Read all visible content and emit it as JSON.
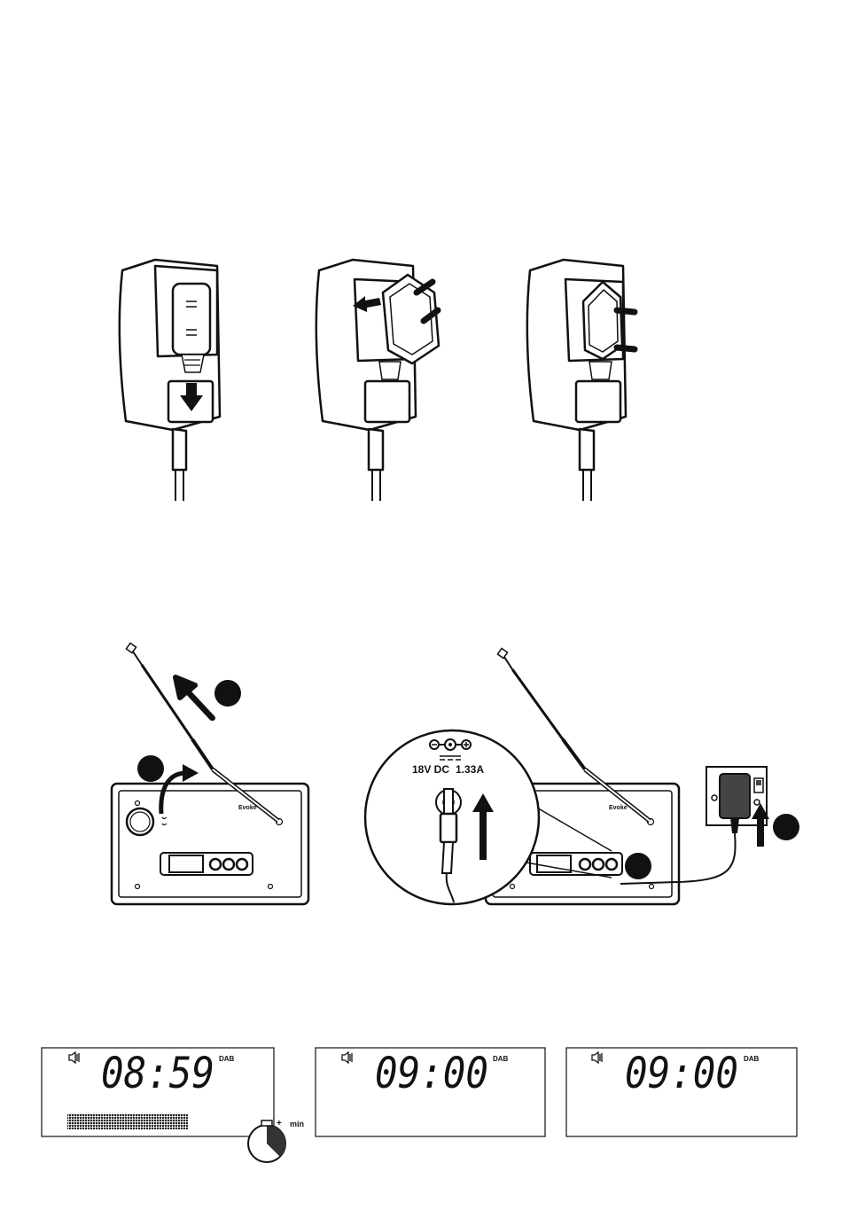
{
  "psu_label": {
    "voltage": "18V DC",
    "current": "1.33A"
  },
  "radio": {
    "brand_left": "Evoke",
    "brand_right": "Evoke"
  },
  "displays": [
    {
      "time": "08:59",
      "source": "DAB",
      "volume_icon": "speaker-icon"
    },
    {
      "time": "09:00",
      "source": "DAB",
      "volume_icon": "speaker-icon"
    },
    {
      "time": "09:00",
      "source": "DAB",
      "volume_icon": "speaker-icon"
    }
  ],
  "timer": {
    "plus": "+",
    "unit": "min",
    "icon": "stopwatch-icon"
  }
}
